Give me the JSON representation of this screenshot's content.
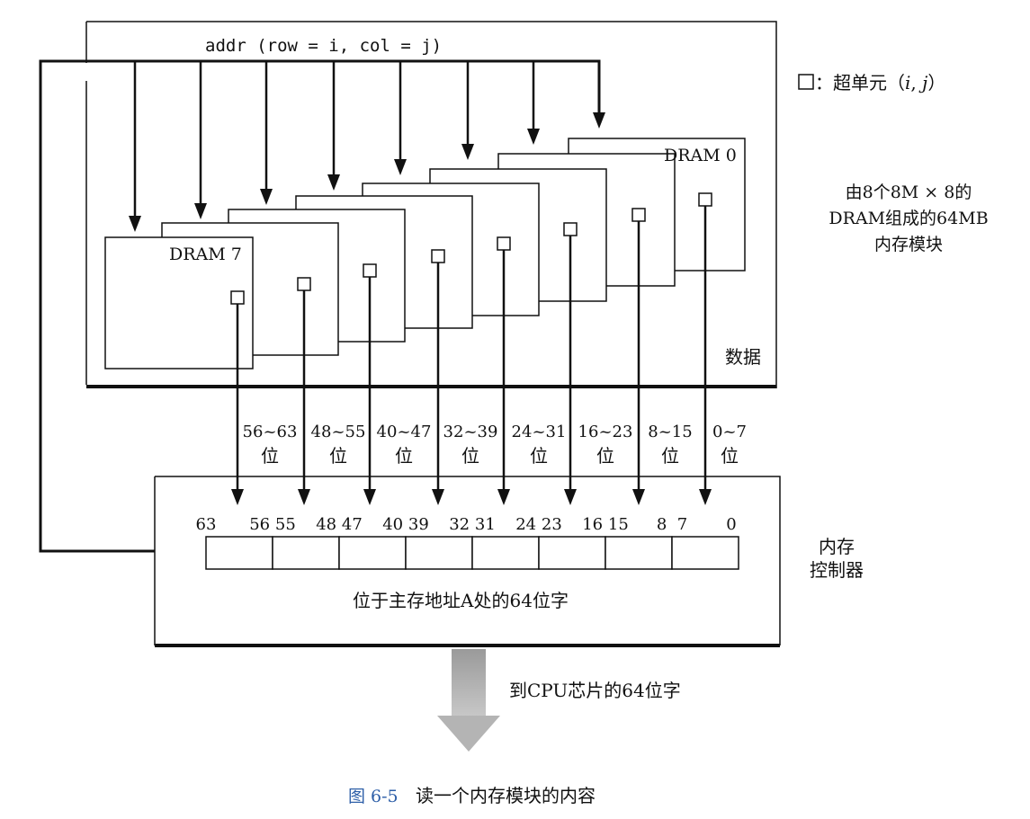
{
  "module": {
    "addr_label": "addr (row = i, col = j)",
    "data_label": "数据",
    "description_lines": [
      "由8个8M × 8的",
      "DRAM组成的64MB",
      "内存模块"
    ],
    "dram_top_label": "DRAM 0",
    "dram_bottom_label": "DRAM 7"
  },
  "legend": {
    "symbol_label": "：超单元（",
    "i": "i",
    "comma": ", ",
    "j": "j",
    "close": "）"
  },
  "buses": [
    {
      "range": "56~63",
      "unit": "位"
    },
    {
      "range": "48~55",
      "unit": "位"
    },
    {
      "range": "40~47",
      "unit": "位"
    },
    {
      "range": "32~39",
      "unit": "位"
    },
    {
      "range": "24~31",
      "unit": "位"
    },
    {
      "range": "16~23",
      "unit": "位"
    },
    {
      "range": "8~15",
      "unit": "位"
    },
    {
      "range": "0~7",
      "unit": "位"
    }
  ],
  "controller": {
    "label_lines": [
      "内存",
      "控制器"
    ],
    "bit_labels": [
      "63",
      "56 55",
      "48 47",
      "40 39",
      "32 31",
      "24 23",
      "16 15",
      "8  7",
      "0"
    ],
    "word_label": "位于主存地址A处的64位字"
  },
  "output": {
    "label": "到CPU芯片的64位字"
  },
  "caption": {
    "number": "图 6-5",
    "text": "读一个内存模块的内容",
    "number_color": "#2e5fa8"
  }
}
